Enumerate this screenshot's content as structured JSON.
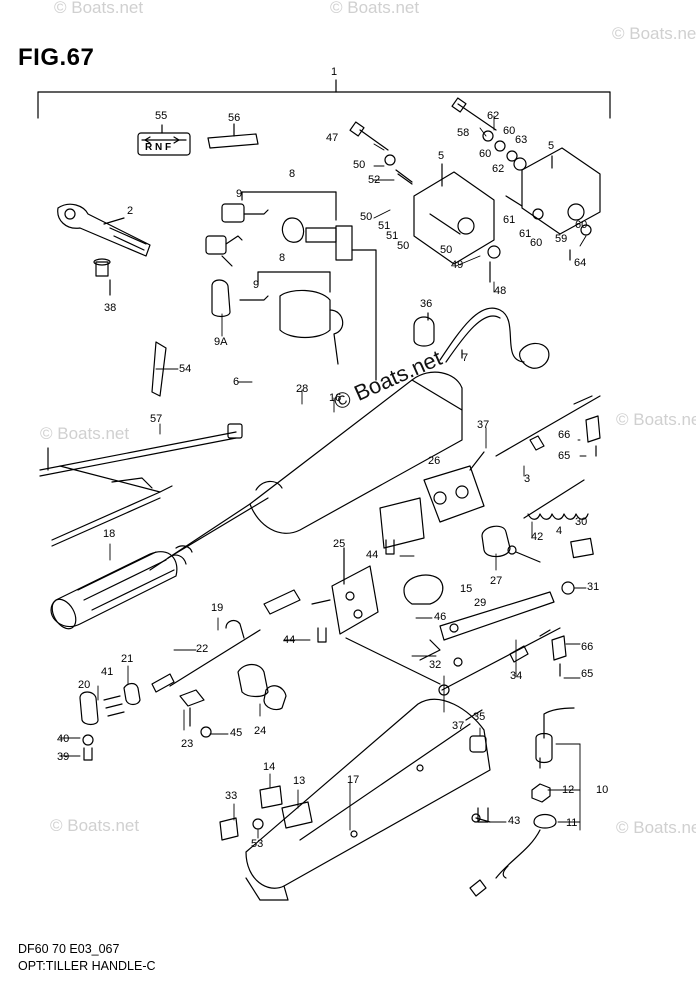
{
  "figure": {
    "title": "FIG.67",
    "footer_code": "DF60 70 E03_067",
    "footer_name": "OPT:TILLER HANDLE-C"
  },
  "watermarks": {
    "text": "© Boats.net",
    "center_text": "© Boats.net"
  },
  "shift_plate_text": "R N F",
  "callouts": {
    "c1": "1",
    "c2": "2",
    "c3": "3",
    "c4": "4",
    "c5a": "5",
    "c5b": "5",
    "c6": "6",
    "c7": "7",
    "c8a": "8",
    "c8b": "8",
    "c9a": "9",
    "c9b": "9",
    "c9A": "9A",
    "c10": "10",
    "c11": "11",
    "c12": "12",
    "c13": "13",
    "c14": "14",
    "c15": "15",
    "c16": "16",
    "c17": "17",
    "c18": "18",
    "c19": "19",
    "c20": "20",
    "c21": "21",
    "c22": "22",
    "c23": "23",
    "c24": "24",
    "c25": "25",
    "c26": "26",
    "c27": "27",
    "c28": "28",
    "c29": "29",
    "c30": "30",
    "c31": "31",
    "c32": "32",
    "c33": "33",
    "c34": "34",
    "c35": "35",
    "c36": "36",
    "c37a": "37",
    "c37b": "37",
    "c38": "38",
    "c39": "39",
    "c40": "40",
    "c41": "41",
    "c42": "42",
    "c43": "43",
    "c44a": "44",
    "c44b": "44",
    "c45": "45",
    "c46": "46",
    "c47": "47",
    "c48": "48",
    "c49": "49",
    "c50a": "50",
    "c50b": "50",
    "c50c": "50",
    "c50d": "50",
    "c51a": "51",
    "c51b": "51",
    "c52": "52",
    "c53": "53",
    "c54": "54",
    "c55": "55",
    "c56": "56",
    "c57": "57",
    "c58": "58",
    "c59": "59",
    "c60a": "60",
    "c60b": "60",
    "c60c": "60",
    "c60d": "60",
    "c61a": "61",
    "c61b": "61",
    "c62a": "62",
    "c62b": "62",
    "c63": "63",
    "c64": "64",
    "c65a": "65",
    "c65b": "65",
    "c66a": "66",
    "c66b": "66"
  }
}
